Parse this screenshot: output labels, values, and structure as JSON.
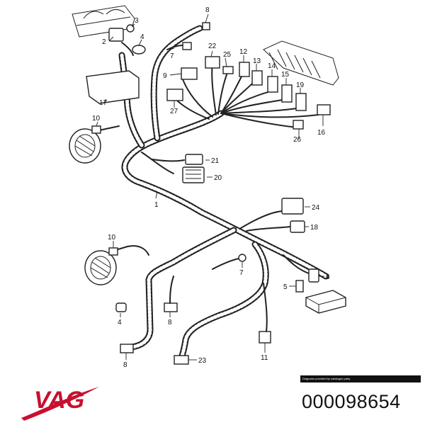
{
  "diagram": {
    "callouts": {
      "c1": "1",
      "c2": "2",
      "c3": "3",
      "c4_top": "4",
      "c4_bottom": "4",
      "c5": "5",
      "c6": "6",
      "c7_top": "7",
      "c7_bottom": "7",
      "c8_top": "8",
      "c8_mid": "8",
      "c8_bottom": "8",
      "c9": "9",
      "c10_top": "10",
      "c10_bottom": "10",
      "c11": "11",
      "c12": "12",
      "c13": "13",
      "c14": "14",
      "c15": "15",
      "c16": "16",
      "c17": "17",
      "c18": "18",
      "c19": "19",
      "c20": "20",
      "c21": "21",
      "c22": "22",
      "c23": "23",
      "c24": "24",
      "c25": "25",
      "c26": "26",
      "c27": "27"
    },
    "watermark": "Diagrams provided by catalogue party"
  },
  "brand": {
    "logo_text": "VAG",
    "logo_color": "#c8102e"
  },
  "part_number": "000098654"
}
